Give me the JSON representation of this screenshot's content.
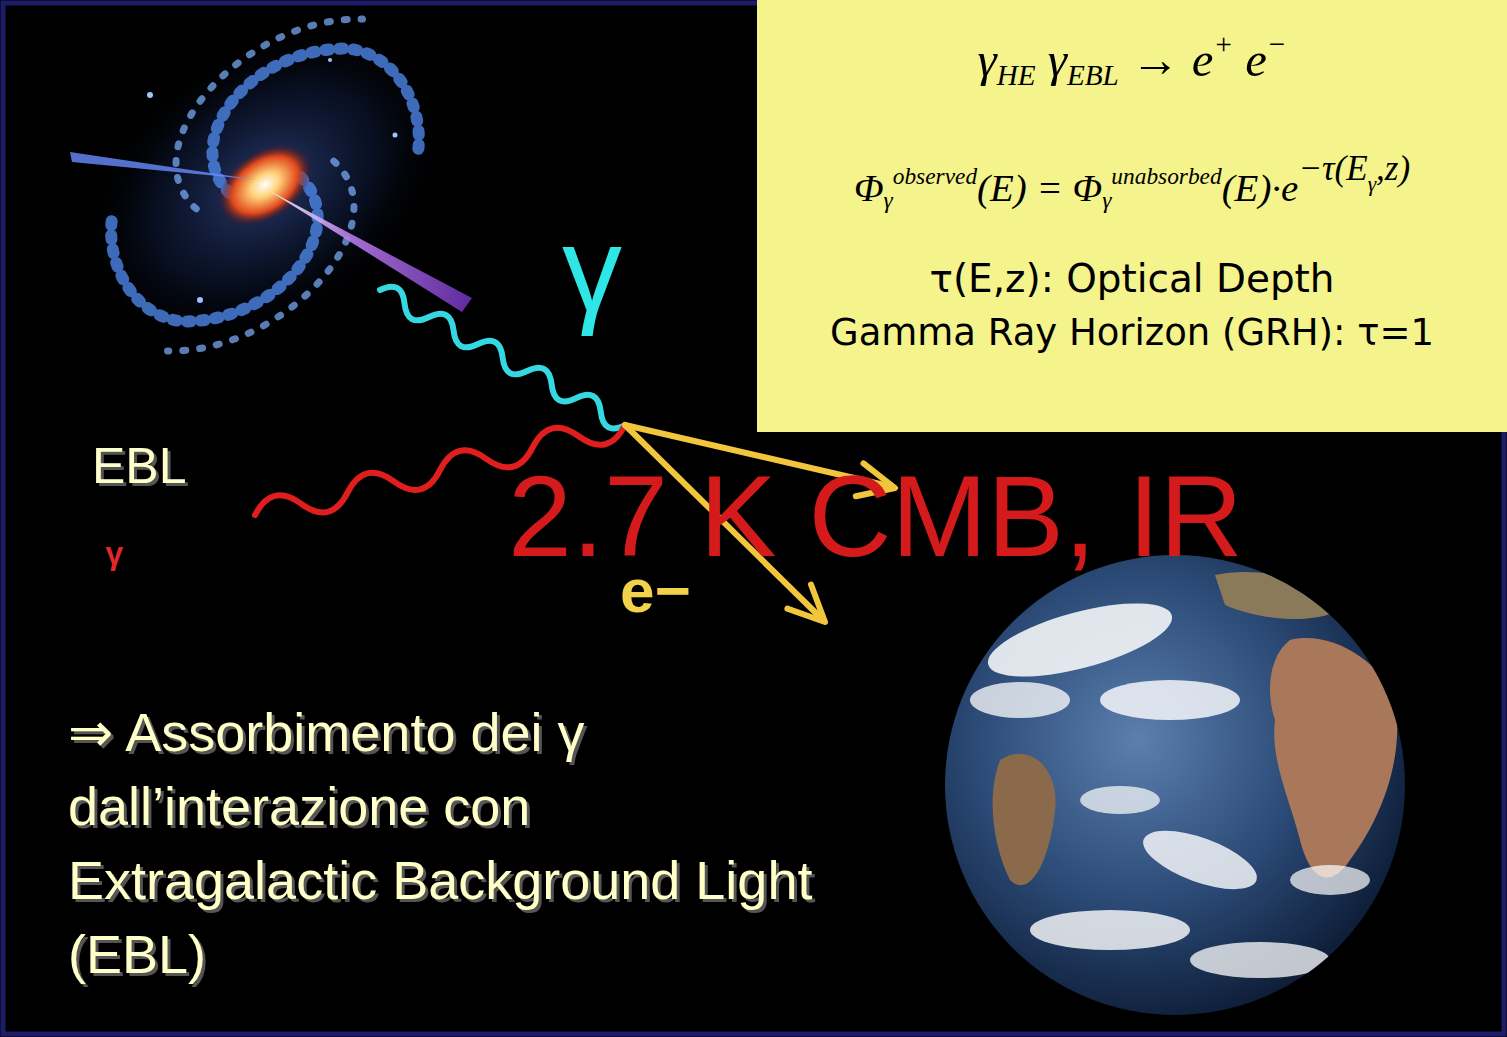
{
  "diagram": {
    "nodes": [
      {
        "text": [
          "γHE γEBL → e+ e−",
          "Φγobserved(E) = Φγunabsorbed(E)·e−τ(Eγ,z)",
          "τ(E,z): Optical Depth",
          "Gamma Ray Horizon (GRH): τ=1"
        ]
      }
    ],
    "labels": [
      "γ",
      "EBL",
      "2.7 K CMB, IR",
      "γ",
      "e−",
      "⇒ Assorbimento dei γ dall’interazione con Extragalactic Background Light (EBL)"
    ]
  }
}
